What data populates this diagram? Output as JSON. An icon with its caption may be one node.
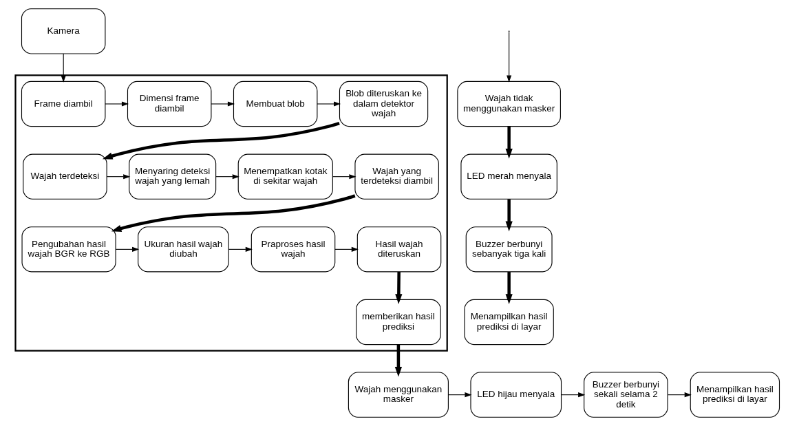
{
  "diagram": {
    "nodes": [
      {
        "text": [
          "Kamera"
        ]
      },
      {
        "text": [],
        "shape": "box"
      },
      {
        "text": [
          "Frame diambil"
        ],
        "in": 1
      },
      {
        "text": [
          "Dimensi frame diambil"
        ],
        "in": 1
      },
      {
        "text": [
          "Membuat blob"
        ],
        "in": 1
      },
      {
        "text": [
          "Blob diteruskan ke dalam detektor wajah"
        ],
        "in": 1
      },
      {
        "text": [
          "Wajah yang terdeteksi diambil"
        ],
        "in": 1
      },
      {
        "text": [
          "Menempatkan kotak di sekitar wajah"
        ],
        "in": 1
      },
      {
        "text": [
          "Menyaring deteksi wajah yang lemah"
        ],
        "in": 1
      },
      {
        "text": [
          "Wajah terdeteksi"
        ],
        "in": 1
      },
      {
        "text": [
          "Pengubahan hasil wajah BGR ke RGB"
        ],
        "in": 1
      },
      {
        "text": [
          "Ukuran hasil wajah diubah"
        ],
        "in": 1
      },
      {
        "text": [
          "Praproses hasil wajah"
        ],
        "in": 1
      },
      {
        "text": [
          "Hasil wajah diteruskan"
        ],
        "in": 1
      },
      {
        "text": [
          "memberikan hasil prediksi"
        ],
        "in": 1
      },
      {
        "text": [
          "Menampilkan hasil prediksi di layar"
        ]
      },
      {
        "text": [
          "Buzzer berbunyi sekali selama 2 detik"
        ]
      },
      {
        "text": [
          "LED hijau menyala"
        ]
      },
      {
        "text": [
          "Wajah menggunakan masker"
        ]
      },
      {
        "text": [
          "Menampilkan hasil prediksi di layar"
        ]
      },
      {
        "text": [
          "Buzzer berbunyi sebanyak tiga kali"
        ]
      },
      {
        "text": [
          "LED merah menyala"
        ]
      },
      {
        "text": [
          "Wajah tidak menggunakan masker"
        ]
      }
    ],
    "edges": [
      {
        "from": 0,
        "to": 2,
        "arrow": "to"
      },
      {
        "from": 2,
        "to": 3,
        "arrow": "to"
      },
      {
        "from": 3,
        "to": 4,
        "arrow": "to"
      },
      {
        "from": 4,
        "to": 5,
        "arrow": "to"
      },
      {
        "from": 5,
        "to": 9,
        "arrow": "to",
        "style": "thick"
      },
      {
        "from": 9,
        "to": 8,
        "arrow": "to"
      },
      {
        "from": 8,
        "to": 7,
        "arrow": "to"
      },
      {
        "from": 7,
        "to": 6,
        "arrow": "to"
      },
      {
        "from": 6,
        "to": 10,
        "arrow": "to",
        "style": "thick"
      },
      {
        "from": 10,
        "to": 11,
        "arrow": "to"
      },
      {
        "from": 11,
        "to": 12,
        "arrow": "to"
      },
      {
        "from": 12,
        "to": 13,
        "arrow": "to"
      },
      {
        "from": 13,
        "to": 14,
        "arrow": "to",
        "style": "thick"
      },
      {
        "from": 14,
        "to": 18,
        "arrow": "to",
        "style": "thick"
      },
      {
        "from": 18,
        "to": 17,
        "arrow": "to"
      },
      {
        "from": 17,
        "to": 16,
        "arrow": "to"
      },
      {
        "from": 16,
        "to": 15,
        "arrow": "to"
      },
      {
        "from": null,
        "to": 22,
        "arrow": "to"
      },
      {
        "from": 22,
        "to": 21,
        "arrow": "to",
        "style": "thick"
      },
      {
        "from": 21,
        "to": 20,
        "arrow": "to",
        "style": "thick"
      },
      {
        "from": 20,
        "to": 19,
        "arrow": "to",
        "style": "thick"
      }
    ]
  }
}
